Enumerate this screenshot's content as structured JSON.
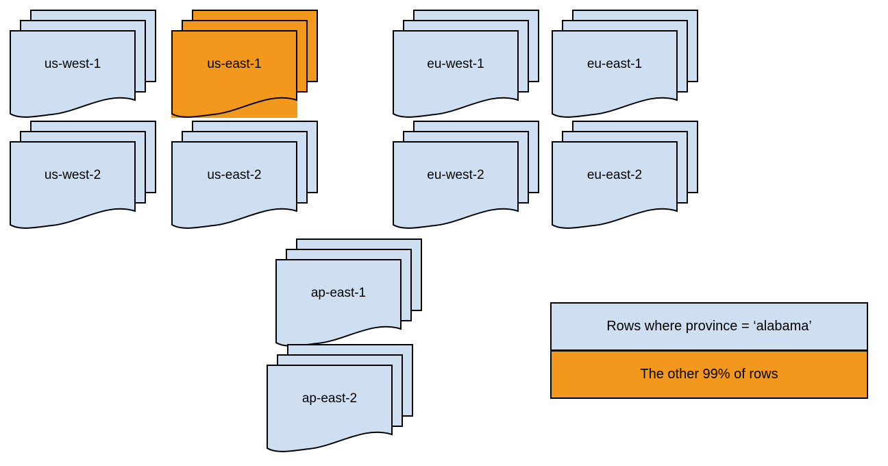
{
  "colors": {
    "background": "#ffffff",
    "region_default": "#cfdff2",
    "region_highlight": "#f2981d",
    "stroke": "#000000"
  },
  "regions": [
    {
      "label": "us-west-1",
      "highlighted": false
    },
    {
      "label": "us-east-1",
      "highlighted": true
    },
    {
      "label": "eu-west-1",
      "highlighted": false
    },
    {
      "label": "eu-east-1",
      "highlighted": false
    },
    {
      "label": "us-west-2",
      "highlighted": false
    },
    {
      "label": "us-east-2",
      "highlighted": false
    },
    {
      "label": "eu-west-2",
      "highlighted": false
    },
    {
      "label": "eu-east-2",
      "highlighted": false
    },
    {
      "label": "ap-east-1",
      "highlighted": false
    },
    {
      "label": "ap-east-2",
      "highlighted": false
    }
  ],
  "legend": {
    "items": [
      {
        "label": "Rows where province = ‘alabama’",
        "swatch": "#cfdff2"
      },
      {
        "label": "The other 99% of rows",
        "swatch": "#f2981d"
      }
    ]
  }
}
